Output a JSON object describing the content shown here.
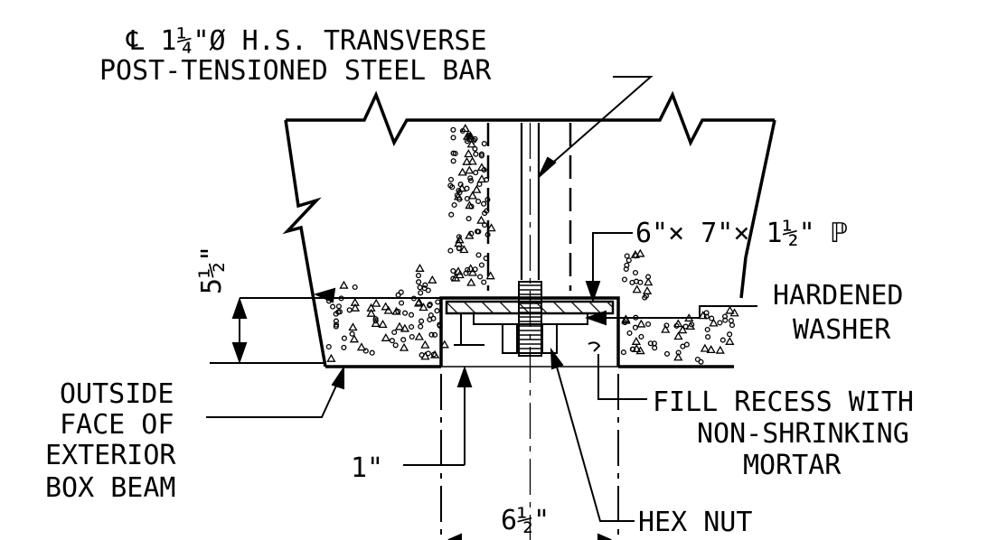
{
  "labels": {
    "bar_title": {
      "line1": "℄ 1¼\"Ø H.S. TRANSVERSE",
      "line2": "POST-TENSIONED STEEL BAR"
    },
    "plate": "6\"× 7\"× 1½\" ℙ",
    "washer": {
      "line1": "HARDENED",
      "line2": "WASHER"
    },
    "fill": {
      "line1": "FILL RECESS WITH",
      "line2": "NON-SHRINKING",
      "line3": "MORTAR"
    },
    "hex_nut": "HEX NUT",
    "outside_face": {
      "line1": "OUTSIDE",
      "line2": "FACE OF",
      "line3": "EXTERIOR",
      "line4": "BOX BEAM"
    },
    "dim_one_inch": "1\"",
    "dim_six_half": "6½\"",
    "dim_five_half": "5½\""
  },
  "colors": {
    "ink": "#000000",
    "background": "#ffffff"
  }
}
